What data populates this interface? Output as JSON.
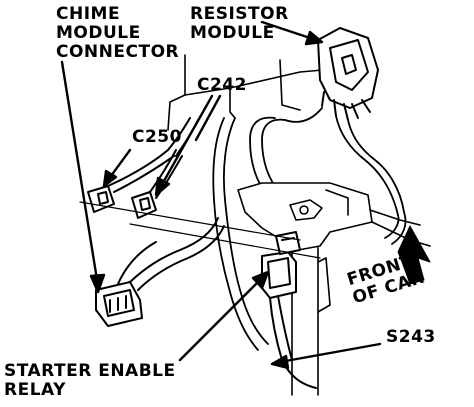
{
  "labels": {
    "chime_module_connector": [
      "CHIME",
      "MODULE",
      "CONNECTOR"
    ],
    "resistor_module": [
      "RESISTOR",
      "MODULE"
    ],
    "c242": "C242",
    "c250": "C250",
    "front_of_car": [
      "FRONT",
      "OF CAR"
    ],
    "s243": "S243",
    "starter_enable_relay": [
      "STARTER ENABLE",
      "RELAY"
    ]
  },
  "colors": {
    "ink": "#000000",
    "paper": "#ffffff"
  }
}
